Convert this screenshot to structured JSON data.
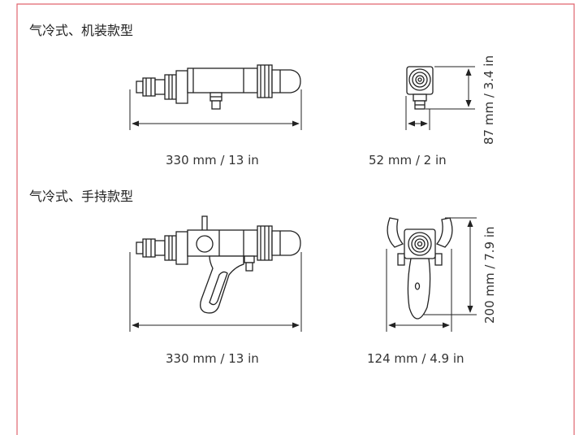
{
  "border_color": "#e0646e",
  "line_color": "#222222",
  "sections": [
    {
      "title": "气冷式、机装款型",
      "side_width": "330 mm / 13 in",
      "front_width": "52 mm / 2 in",
      "height": "87 mm / 3.4 in"
    },
    {
      "title": "气冷式、手持款型",
      "side_width": "330 mm / 13 in",
      "front_width": "124 mm / 4.9 in",
      "height": "200 mm / 7.9 in"
    }
  ]
}
